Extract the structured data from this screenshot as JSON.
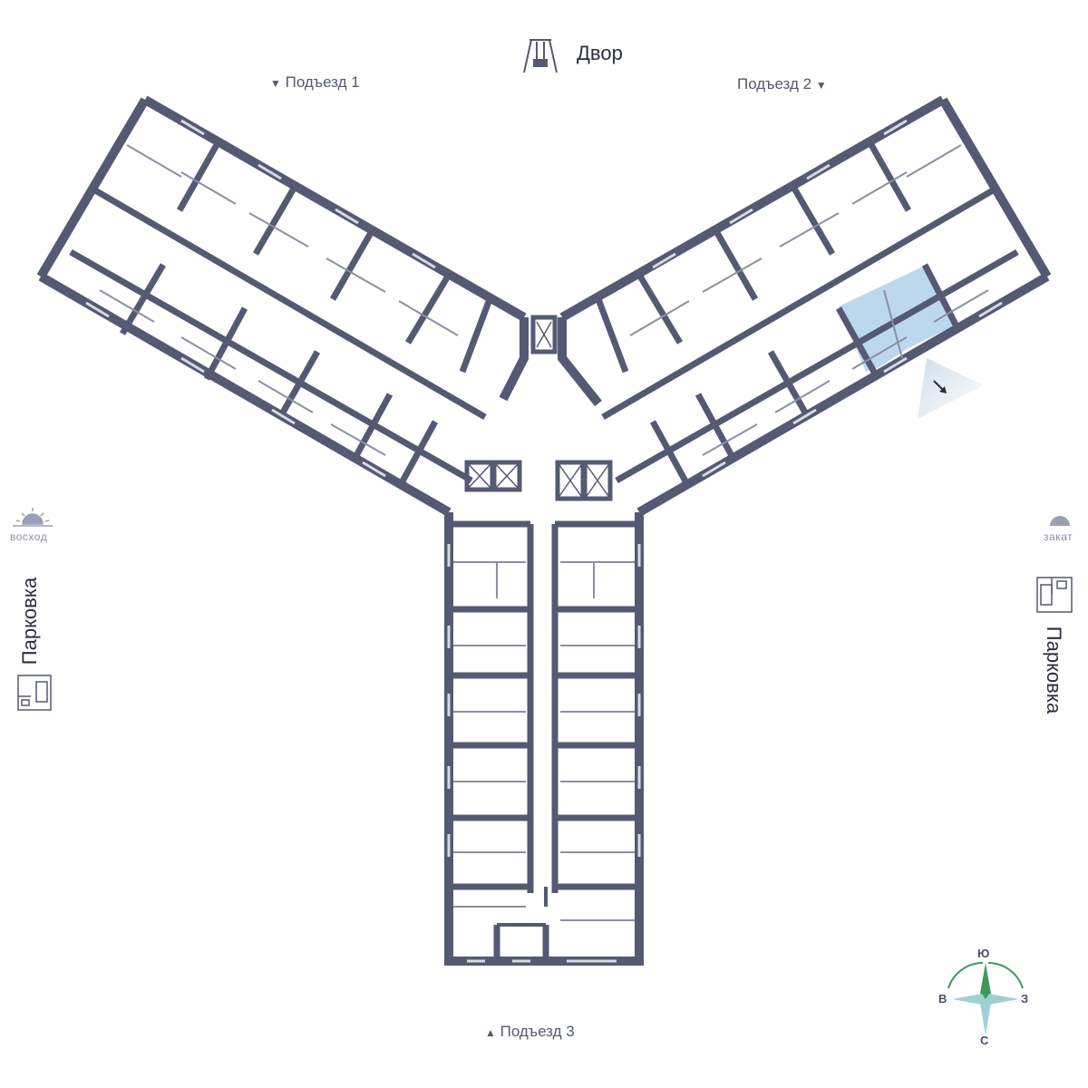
{
  "labels": {
    "yard": "Двор",
    "entrance1": "Подъезд 1",
    "entrance2": "Подъезд 2",
    "entrance3": "Подъезд 3",
    "sunrise": "восход",
    "sunset": "закат",
    "parking_left": "Парковка",
    "parking_right": "Парковка"
  },
  "markers": {
    "entrance1_arrow": "▼",
    "entrance2_arrow": "▼",
    "entrance3_arrow": "▲"
  },
  "compass": {
    "north": "Ю",
    "south": "С",
    "west": "В",
    "east": "З"
  },
  "colors": {
    "wall": "#545a71",
    "highlight": "#bcd8ec",
    "accent_green": "#3a9a5c",
    "accent_teal": "#6fb7c0"
  },
  "icons": {
    "yard": "swing-icon",
    "sunrise": "sunrise-icon",
    "sunset": "sunset-icon",
    "parking": "parking-icon",
    "compass": "compass-icon"
  }
}
